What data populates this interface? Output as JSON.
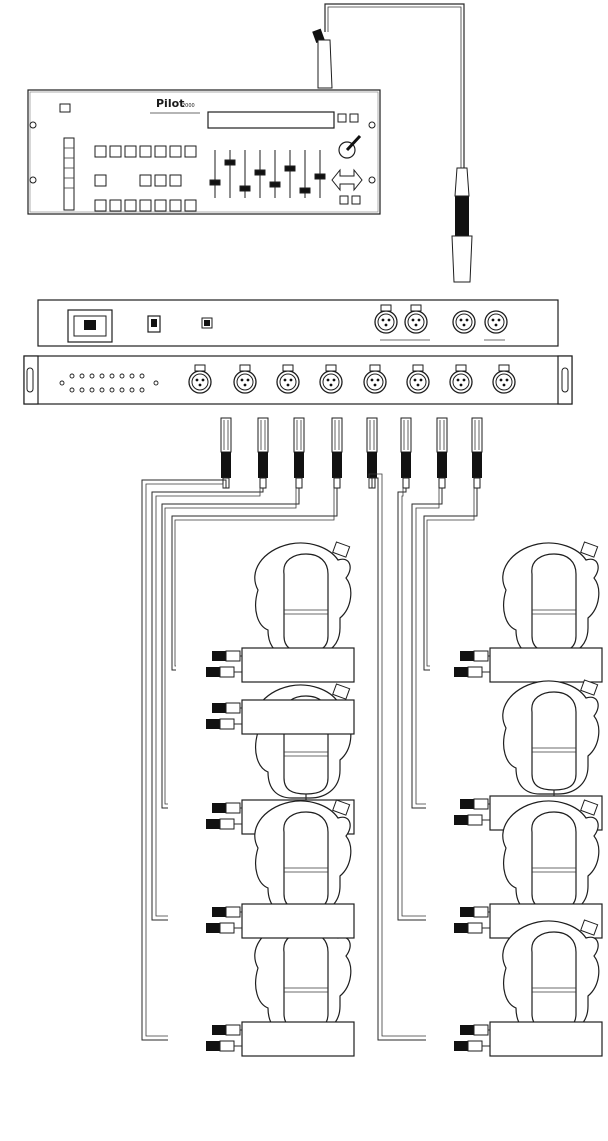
{
  "controller": {
    "brand": "Pilot",
    "model_suffix": "2000"
  },
  "splitter": {
    "channels": 8
  },
  "fixtures": {
    "count": 8,
    "columns": 2,
    "rows": 4
  },
  "colors": {
    "line": "#2a2a2a",
    "connector": "#111111",
    "background": "#ffffff"
  }
}
